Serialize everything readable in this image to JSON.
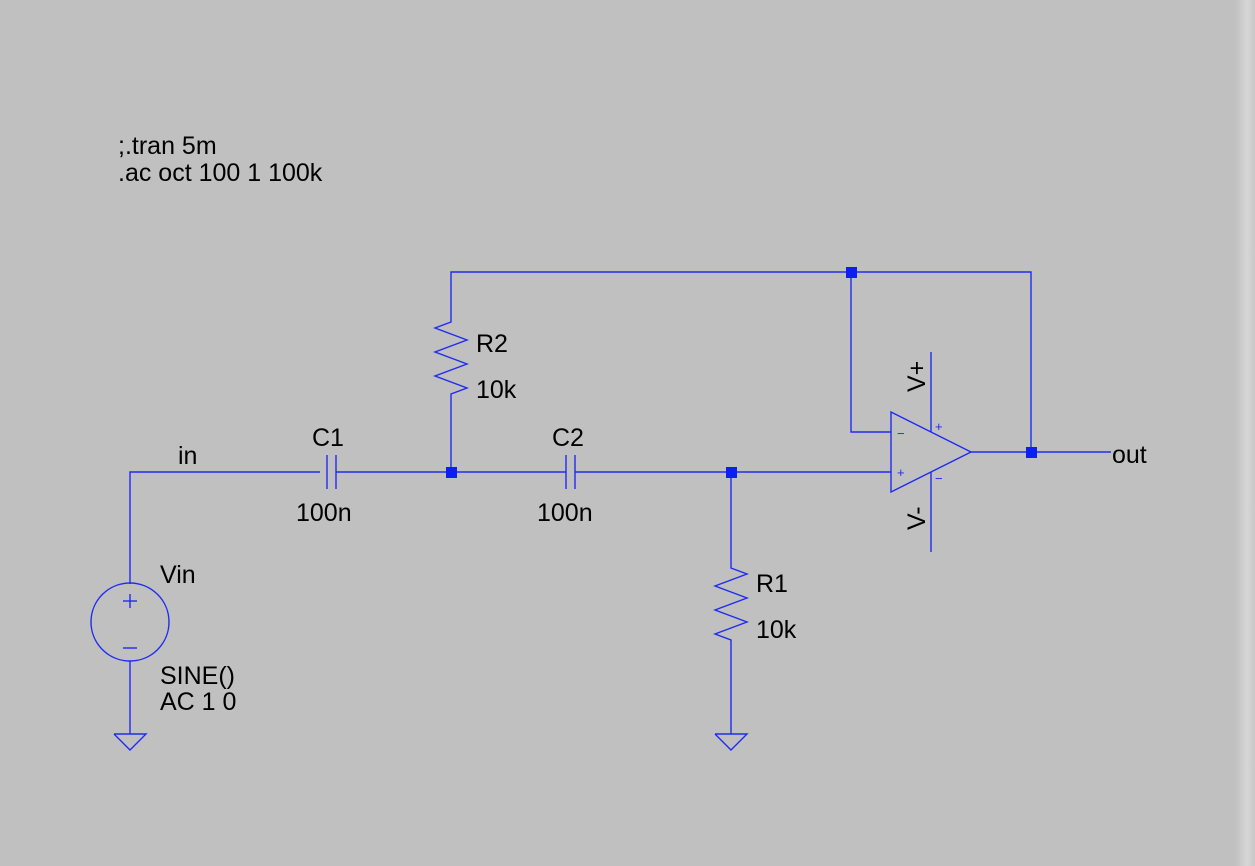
{
  "directives": {
    "tran": ";.tran 5m",
    "ac": ".ac oct 100 1 100k"
  },
  "nets": {
    "in": "in",
    "out": "out"
  },
  "components": {
    "c1": {
      "name": "C1",
      "value": "100n"
    },
    "c2": {
      "name": "C2",
      "value": "100n"
    },
    "r1": {
      "name": "R1",
      "value": "10k"
    },
    "r2": {
      "name": "R2",
      "value": "10k"
    },
    "vin": {
      "name": "Vin",
      "value1": "SINE()",
      "value2": "AC 1 0"
    },
    "opamp": {
      "vplus": "V+",
      "vminus": "V-",
      "plus": "+",
      "minus": "−"
    }
  },
  "colors": {
    "wire": "#1f2cf0",
    "background": "#c0c0c0"
  }
}
